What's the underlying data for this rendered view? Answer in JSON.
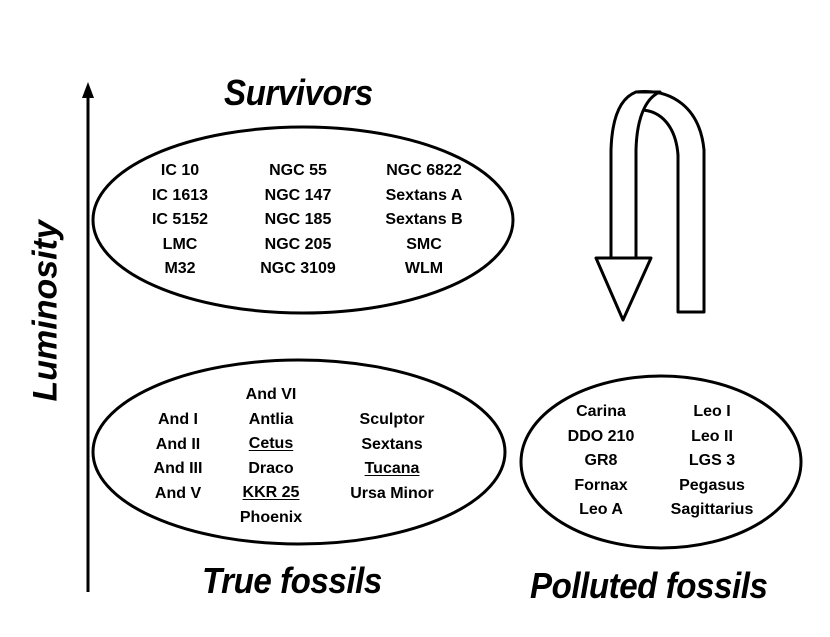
{
  "axis_label": "Luminosity",
  "groups": {
    "survivors": {
      "title": "Survivors",
      "columns": [
        [
          {
            "t": "IC 10"
          },
          {
            "t": "IC 1613"
          },
          {
            "t": "IC 5152"
          },
          {
            "t": "LMC"
          },
          {
            "t": "M32"
          }
        ],
        [
          {
            "t": "NGC 55"
          },
          {
            "t": "NGC 147"
          },
          {
            "t": "NGC 185"
          },
          {
            "t": "NGC 205"
          },
          {
            "t": "NGC 3109"
          }
        ],
        [
          {
            "t": "NGC 6822"
          },
          {
            "t": "Sextans A"
          },
          {
            "t": "Sextans B"
          },
          {
            "t": "SMC"
          },
          {
            "t": "WLM"
          }
        ]
      ]
    },
    "true_fossils": {
      "title": "True fossils",
      "columns": [
        [
          {
            "t": "And I"
          },
          {
            "t": "And II"
          },
          {
            "t": "And III"
          },
          {
            "t": "And V"
          }
        ],
        [
          {
            "t": "And VI"
          },
          {
            "t": "Antlia"
          },
          {
            "t": "Cetus",
            "underline": true
          },
          {
            "t": "Draco"
          },
          {
            "t": "KKR 25",
            "underline": true
          },
          {
            "t": "Phoenix"
          }
        ],
        [
          {
            "t": "Sculptor"
          },
          {
            "t": "Sextans"
          },
          {
            "t": "Tucana",
            "underline": true
          },
          {
            "t": "Ursa Minor"
          }
        ]
      ]
    },
    "polluted_fossils": {
      "title": "Polluted fossils",
      "columns": [
        [
          {
            "t": "Carina"
          },
          {
            "t": "DDO 210"
          },
          {
            "t": "GR8"
          },
          {
            "t": "Fornax"
          },
          {
            "t": "Leo A"
          }
        ],
        [
          {
            "t": "Leo I"
          },
          {
            "t": "Leo II"
          },
          {
            "t": "LGS 3"
          },
          {
            "t": "Pegasus"
          },
          {
            "t": "Sagittarius"
          }
        ]
      ]
    }
  }
}
